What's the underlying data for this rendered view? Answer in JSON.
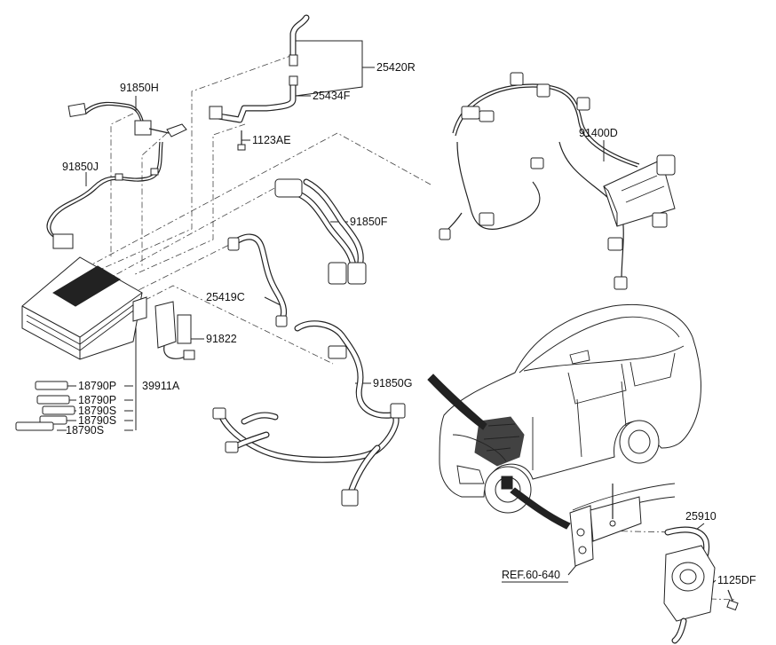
{
  "labels": {
    "p25420R": "25420R",
    "p25434F": "25434F",
    "p1123AE": "1123AE",
    "p91850H": "91850H",
    "p91850J": "91850J",
    "p91400D": "91400D",
    "p91850F": "91850F",
    "p25419C": "25419C",
    "p91822": "91822",
    "p39911A": "39911A",
    "p18790P_1": "18790P",
    "p18790P_2": "18790P",
    "p18790S_1": "18790S",
    "p18790S_2": "18790S",
    "p18790S_3": "18790S",
    "p91850G": "91850G",
    "p25910": "25910",
    "p1125DF": "1125DF",
    "ref": "REF.60-640"
  },
  "colors": {
    "line": "#222222",
    "background": "#ffffff",
    "label": "#111111"
  }
}
